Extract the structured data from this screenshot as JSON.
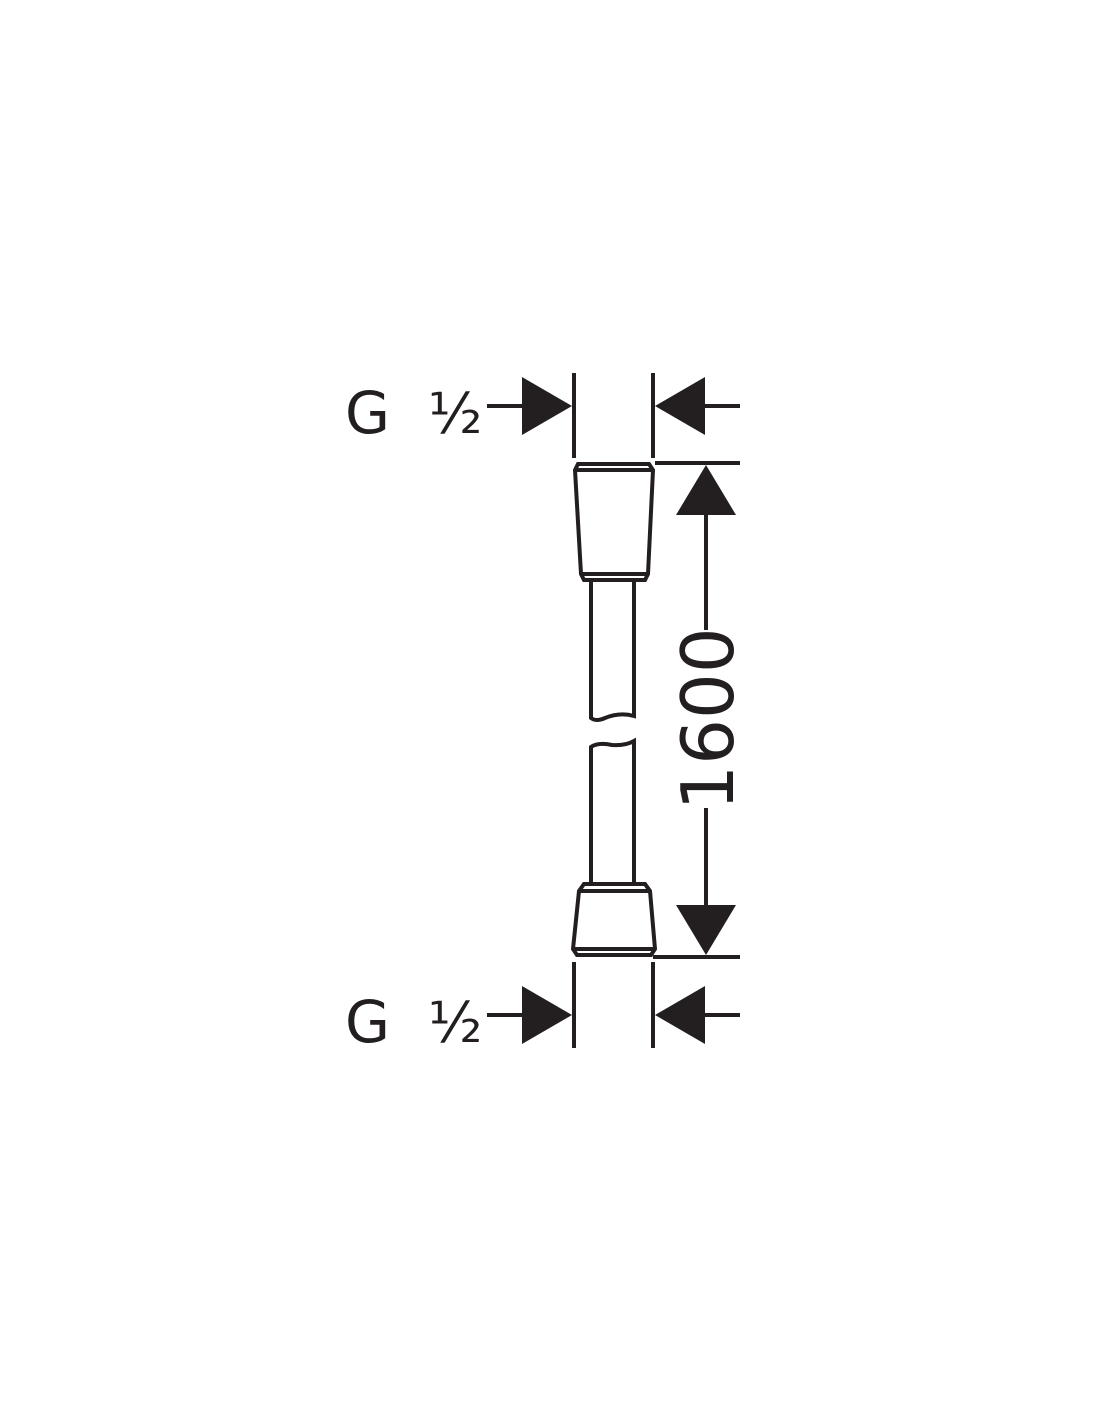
{
  "drawing": {
    "top_thread_label": "G",
    "top_thread_size": "½",
    "bottom_thread_label": "G",
    "bottom_thread_size": "½",
    "length_dimension": "1600",
    "line_color": "#231f20"
  }
}
